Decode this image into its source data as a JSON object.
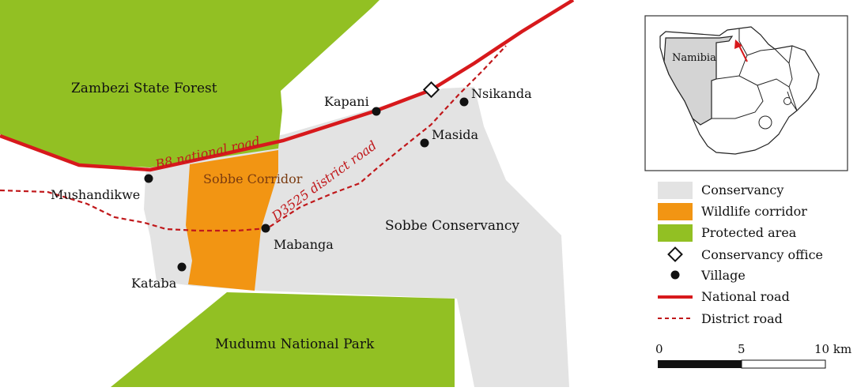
{
  "map": {
    "areas": {
      "zambezi": "Zambezi State Forest",
      "sobbe_corridor": "Sobbe Corridor",
      "sobbe_conservancy": "Sobbe Conservancy",
      "mudumu": "Mudumu National Park"
    },
    "roads": {
      "national": "B8 national road",
      "district": "D3525 district road"
    },
    "villages": {
      "mushandikwe": "Mushandikwe",
      "kapani": "Kapani",
      "nsikanda": "Nsikanda",
      "masida": "Masida",
      "mabanga": "Mabanga",
      "kataba": "Kataba"
    }
  },
  "inset": {
    "country_label": "Namibia"
  },
  "legend": {
    "conservancy": "Conservancy",
    "wildlife_corridor": "Wildlife corridor",
    "protected_area": "Protected area",
    "conservancy_office": "Conservancy office",
    "village": "Village",
    "national_road": "National road",
    "district_road": "District road"
  },
  "scale": {
    "t0": "0",
    "t5": "5",
    "t10": "10 km"
  },
  "colors": {
    "conservancy": "#e3e3e3",
    "corridor": "#f29513",
    "protected": "#92c023",
    "road": "#d7191c"
  }
}
